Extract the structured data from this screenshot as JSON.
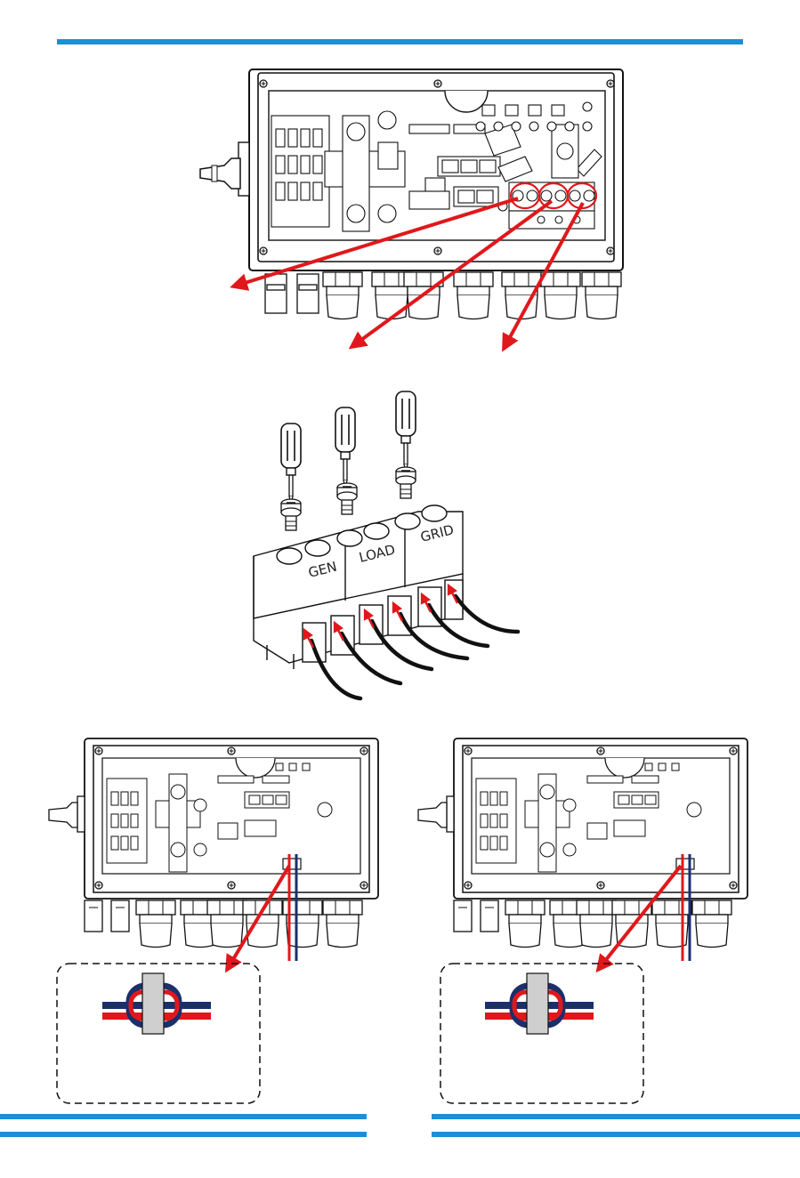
{
  "terminal_labels": {
    "gen": "GEN",
    "load": "LOAD",
    "grid": "GRID"
  },
  "colors": {
    "accent_bar": "#1e8fd6",
    "arrow": "#e0181b",
    "wire_red": "#e0181b",
    "wire_blue": "#1b2f6b",
    "highlight_circle": "#e0181b"
  },
  "icons": {
    "screwdriver": "screwdriver-icon",
    "screw": "terminal-screw-icon",
    "ct_clamp": "current-transformer-icon"
  }
}
